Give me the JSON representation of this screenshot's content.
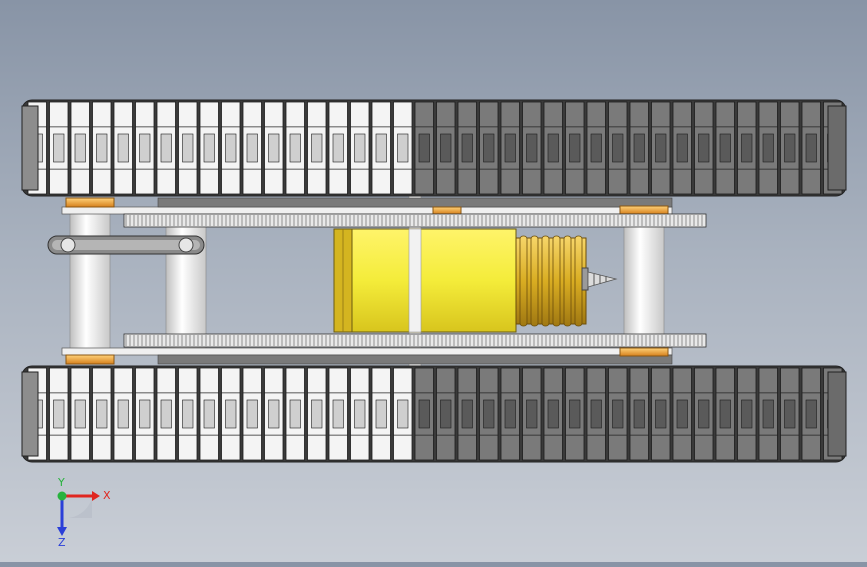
{
  "viewport": {
    "title": "",
    "colors": {
      "bg_top": "#8894a6",
      "bg_bottom": "#c9ced6",
      "track_light": "#f2f2f2",
      "track_dark": "#6e6e6e",
      "gear_light": "#e6e6e6",
      "motor_body": "#f4ec3a",
      "motor_edge": "#b99a12",
      "motor_coil": "#d9b21f",
      "bearing": "#e89a2a"
    }
  },
  "model": {
    "track_top": {
      "name": "track-top"
    },
    "track_bottom": {
      "name": "track-bottom"
    },
    "motor": {
      "name": "motor"
    },
    "link_arm": {
      "name": "link-arm"
    }
  },
  "triad": {
    "x_label": "X",
    "y_label": "Y",
    "z_label": "Z"
  }
}
